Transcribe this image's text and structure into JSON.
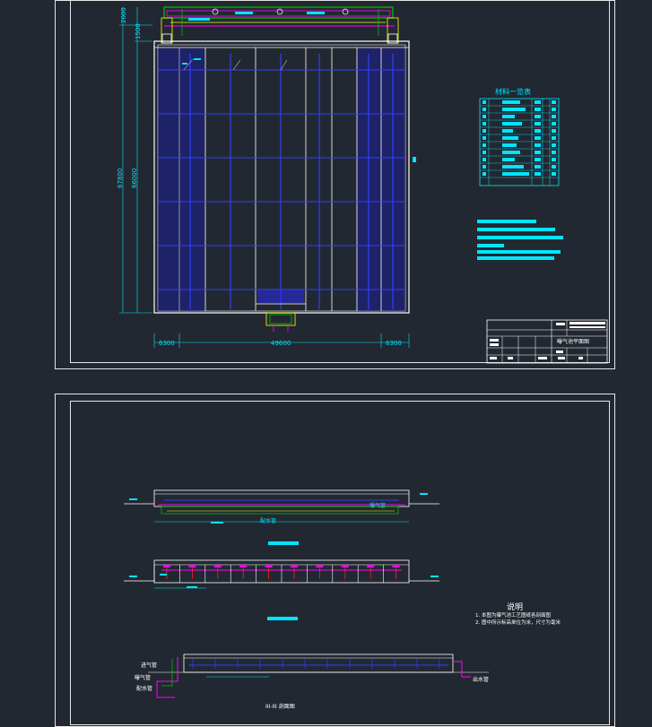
{
  "top_drawing": {
    "dims": {
      "top_small_1": "2000",
      "top_small_2": "1500",
      "height_outer": "67800",
      "height_inner": "66000",
      "bottom_left": "6300",
      "bottom_mid": "49600",
      "bottom_right": "6300"
    },
    "table_title": "材料一览表",
    "title_block_name": "曝气池平面图"
  },
  "bottom_drawing": {
    "section1_label": "曝气管",
    "section1_bottom_label": "配水管",
    "notes_title": "说明",
    "notes": [
      "1. 本图为曝气池工艺图纸各剖面图",
      "2. 图中所示标高单位为米，尺寸为毫米"
    ],
    "section3_left_labels": [
      "进气管",
      "曝气管",
      "配水管"
    ],
    "section3_right_label": "出水管",
    "section3_caption": "III-III 剖面图"
  },
  "colors": {
    "background": "#222831",
    "frame": "#e6e6e6",
    "cyan": "#00e5ff",
    "blue": "#2a2aff",
    "magenta": "#ff00ff",
    "green": "#00c000",
    "red": "#ff2020",
    "yellow": "#ffff00"
  }
}
